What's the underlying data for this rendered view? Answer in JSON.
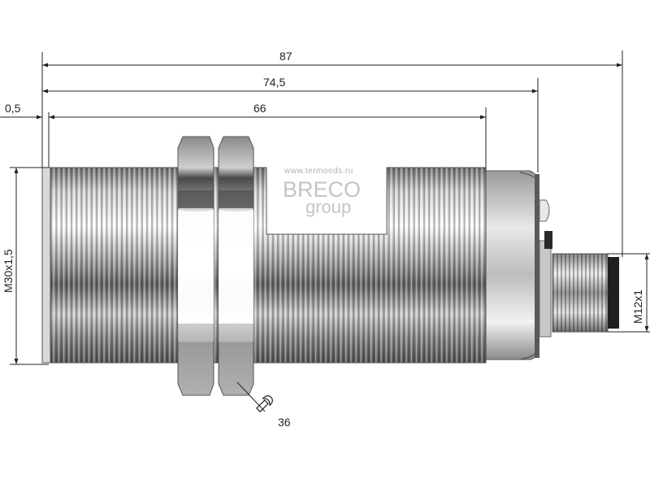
{
  "dimensions": {
    "overall_length": "87",
    "body_length": "74,5",
    "thread_length": "66",
    "offset": "0,5",
    "main_thread": "M30x1,5",
    "connector_thread": "M12x1",
    "wrench_size": "36"
  },
  "watermark": {
    "url": "www.termoeds.ru",
    "brand": "BRECO",
    "group": "group"
  },
  "colors": {
    "dim_line": "#222222",
    "metal_dark": "#6f6f6f",
    "metal_light": "#f4f4f4",
    "watermark": "#c4c4c4"
  },
  "icons": [
    "wrench-icon"
  ]
}
